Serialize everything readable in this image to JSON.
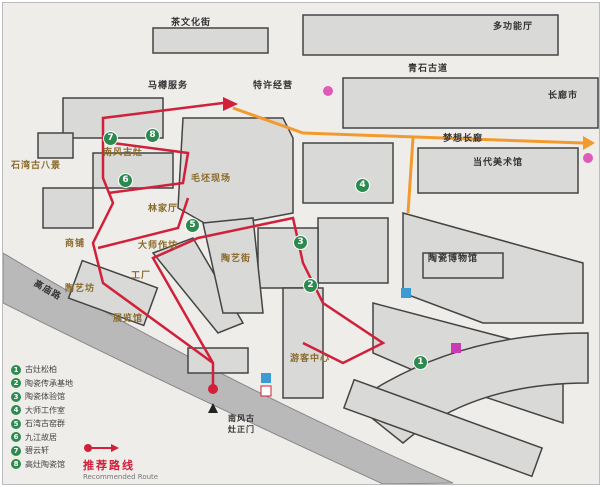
{
  "map": {
    "labels": {
      "tea_street": "茶文化街",
      "hall": "多功能厅",
      "stone_road": "青石古道",
      "service": "马樽服务",
      "franchise": "特许经营",
      "dream_corridor": "梦想长廊",
      "art_museum": "当代美术馆",
      "ceramics_museum": "陶瓷博物馆",
      "eight_views": "石湾古八景",
      "workshop_area": "毛坯现场",
      "master_workshop": "大师作坊",
      "kiln": "南风古灶",
      "shop": "商铺",
      "pottery_street": "陶艺街",
      "lin_hall": "林家厅",
      "factory": "工厂",
      "studio": "陶艺坊",
      "museum_front": "展览馆",
      "long_market": "长廊市",
      "gate": "南风古灶正门",
      "road": "高庙路",
      "visitor_center": "游客中心"
    },
    "markers": [
      "1",
      "2",
      "3",
      "4",
      "5",
      "6",
      "7",
      "8"
    ],
    "legend": {
      "items": [
        {
          "num": "1",
          "label": "古灶松柏"
        },
        {
          "num": "2",
          "label": "陶瓷传承基地"
        },
        {
          "num": "3",
          "label": "陶瓷体验馆"
        },
        {
          "num": "4",
          "label": "大师工作室"
        },
        {
          "num": "5",
          "label": "石湾古窑群"
        },
        {
          "num": "6",
          "label": "九江故居"
        },
        {
          "num": "7",
          "label": "碧云轩"
        },
        {
          "num": "8",
          "label": "高灶陶瓷馆"
        }
      ],
      "route_cn": "推荐路线",
      "route_en": "Recommended Route"
    },
    "colors": {
      "route": "#d0203a",
      "orange_route": "#f29a2e",
      "marker": "#2d8a4e"
    }
  }
}
